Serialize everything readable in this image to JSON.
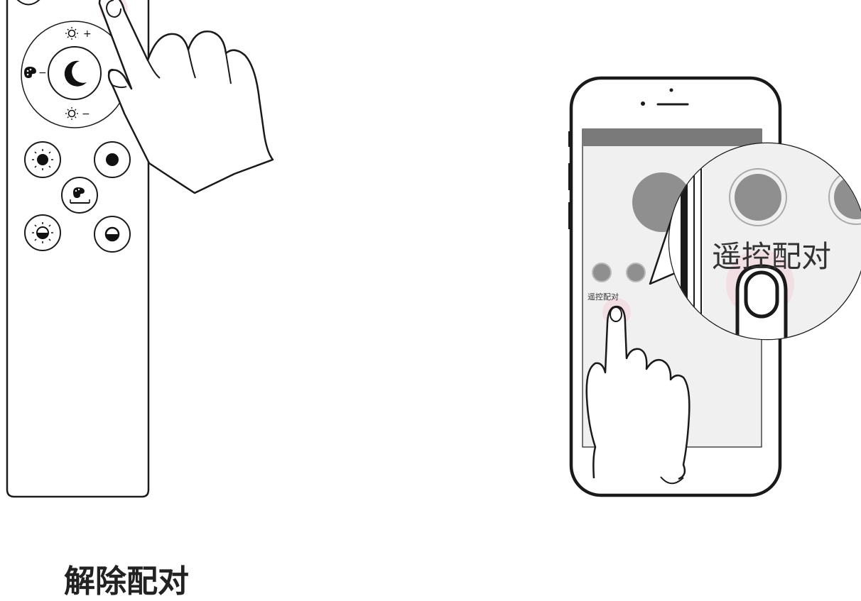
{
  "phone": {
    "pair_label_small": "遥控配对",
    "pair_label_zoom": "遥控配对"
  },
  "remote": {
    "brightness_up_label": "+",
    "brightness_down_label": "−",
    "color_minus_label": "−",
    "center_icon": "moon-icon"
  },
  "heading": "解除配对",
  "colors": {
    "outline": "#1a1a1a",
    "screen_bar": "#7a7a7a",
    "screen_bg": "#f0f0f1",
    "button_gray": "#8f8f8f",
    "touch_glow": "#f3d3da"
  }
}
